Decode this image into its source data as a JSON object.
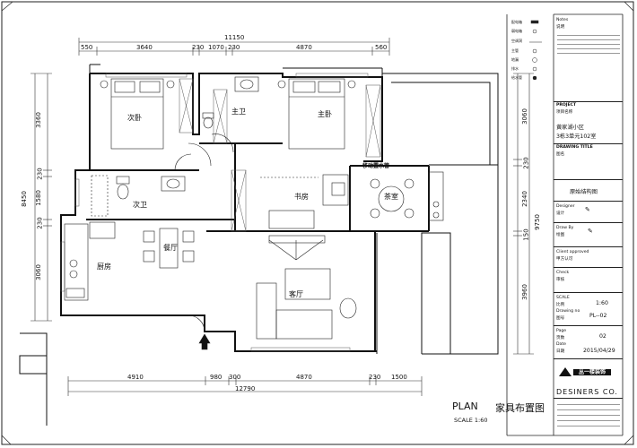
{
  "plan": {
    "title_en": "PLAN",
    "title_cn": "家具布置图",
    "scale": "SCALE 1:60",
    "dims_top": {
      "overall": "11150",
      "segments": [
        "550",
        "3640",
        "230",
        "1070",
        "230",
        "4870",
        "560"
      ]
    },
    "dims_bottom": {
      "overall": "12790",
      "segments": [
        "4910",
        "980",
        "300",
        "4870",
        "230",
        "1500"
      ]
    },
    "dims_left": {
      "overall": "8450",
      "segments": [
        "3360",
        "230",
        "1580",
        "230",
        "3060"
      ]
    },
    "dims_right": {
      "overall": "9750",
      "segments": [
        "3060",
        "230",
        "2340",
        "150",
        "3960"
      ]
    },
    "rooms": {
      "second_bedroom": "次卧",
      "main_bath": "主卫",
      "master_bedroom": "主卧",
      "second_bath": "次卫",
      "study": "书房",
      "tea_room": "茶室",
      "dining": "餐厅",
      "kitchen": "厨房",
      "living": "客厅"
    },
    "annotation": "移动置水管"
  },
  "legend": [
    "配电箱",
    "弱电箱",
    "空调洞",
    "主管",
    "地漏",
    "排水",
    "给水管"
  ],
  "notes": {
    "label_en": "Notes",
    "label_cn": "说明"
  },
  "titleblock": {
    "project_label": "PROJECT",
    "project_label_cn": "项目名称",
    "project_name_1": "黄家湖小区",
    "project_name_2": "3栋3单元102室",
    "drawing_title_label": "DRAWING TITLE",
    "drawing_title_label_cn": "图名",
    "drawing_title": "原始结构图",
    "designer_label": "Designer",
    "designer_label_cn": "设计",
    "draw_by_label": "Draw By",
    "draw_by_label_cn": "绘图",
    "client_label": "Client approved",
    "client_label_cn": "甲方认可",
    "check_label": "Check",
    "check_label_cn": "审核",
    "scale_label": "SCALE",
    "scale_label_cn": "比例",
    "scale_value": "1:60",
    "drawing_no_label": "Drawing no",
    "drawing_no_label_cn": "图号",
    "drawing_no_value": "PL--02",
    "page_label": "Page",
    "page_label_cn": "页数",
    "page_value": "02",
    "date_label": "Date",
    "date_label_cn": "日期",
    "date_value": "2015/04/29",
    "company_name": "DESINERS CO.",
    "company_cn": "丛一楼装饰"
  }
}
